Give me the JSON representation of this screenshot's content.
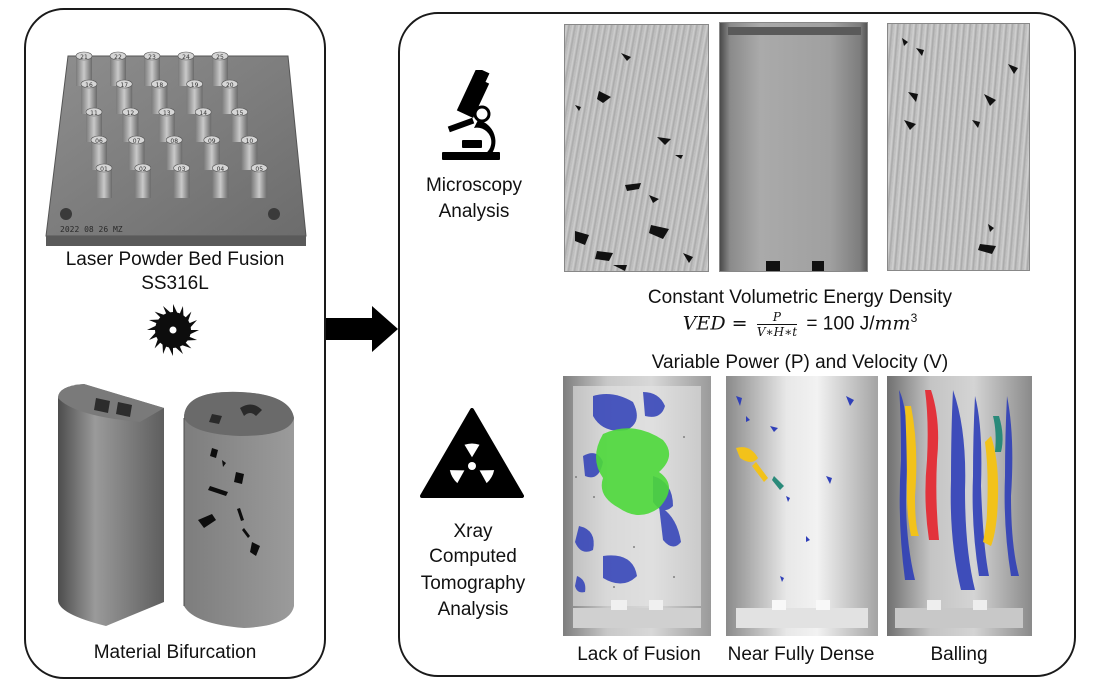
{
  "left": {
    "build_title_line1": "Laser Powder Bed Fusion",
    "build_title_line2": "SS316L",
    "bottom_label": "Material Bifurcation",
    "plate_engraving": "2022 08 26 MZ",
    "sample_numbers": [
      "01",
      "02",
      "03",
      "04",
      "05",
      "06",
      "07",
      "08",
      "09",
      "10",
      "11",
      "12",
      "13",
      "14",
      "15",
      "16",
      "17",
      "18",
      "19",
      "20",
      "21",
      "22",
      "23",
      "24",
      "25"
    ]
  },
  "right": {
    "microscopy_label_line1": "Microscopy",
    "microscopy_label_line2": "Analysis",
    "xray_label_line1": "Xray",
    "xray_label_line2": "Computed",
    "xray_label_line3": "Tomography",
    "xray_label_line4": "Analysis",
    "ved_title": "Constant Volumetric Energy Density",
    "ved_lhs": "VED =",
    "ved_numerator": "P",
    "ved_denominator": "V∗H∗t",
    "ved_value": "= 100 J/",
    "ved_unit": "mm",
    "ved_unit_exp": "3",
    "variable_label": "Variable Power (P) and Velocity (V)",
    "captions": [
      "Lack of Fusion",
      "Near Fully Dense",
      "Balling"
    ]
  },
  "icons": {
    "saw": "circular-saw-blade",
    "microscope": "microscope",
    "radiation": "radiation-warning"
  },
  "colors": {
    "border": "#1a1a1a",
    "green": "#4cd83a",
    "blue": "#2f3fb8",
    "red": "#e2333b",
    "yellow": "#f2c21a",
    "teal": "#2a8a7a"
  }
}
